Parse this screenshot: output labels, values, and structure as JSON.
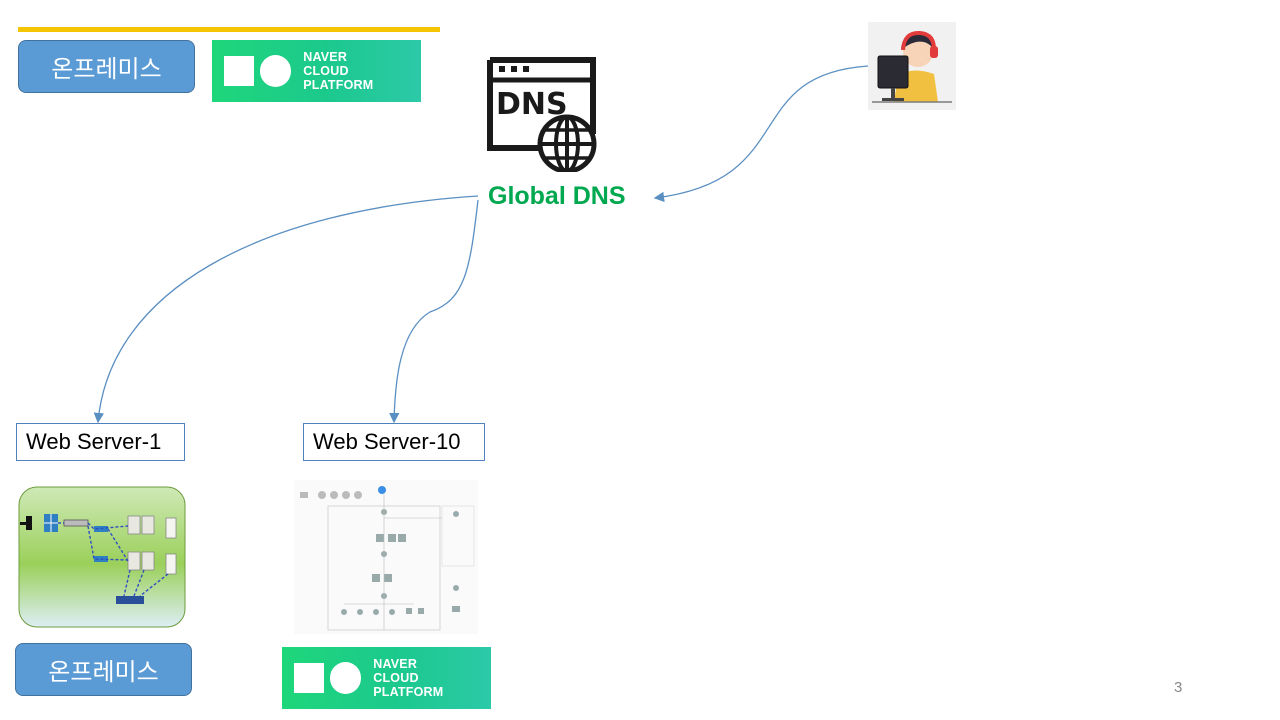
{
  "header": {
    "onprem_label": "온프레미스",
    "ncp_logo": {
      "line1": "NAVER",
      "line2": "CLOUD PLATFORM"
    }
  },
  "dns": {
    "icon_text": "DNS",
    "label": "Global DNS"
  },
  "servers": [
    {
      "label": "Web  Server-1",
      "provider_label": "온프레미스"
    },
    {
      "label": "Web  Server-10",
      "ncp_logo": {
        "line1": "NAVER",
        "line2": "CLOUD PLATFORM"
      }
    }
  ],
  "page_number": "3",
  "colors": {
    "accent_yellow": "#F5C400",
    "onprem_blue": "#5B9BD5",
    "ncp_green": "#1ED67A",
    "dns_green": "#00A84F",
    "arrow": "#5A8FC2"
  }
}
